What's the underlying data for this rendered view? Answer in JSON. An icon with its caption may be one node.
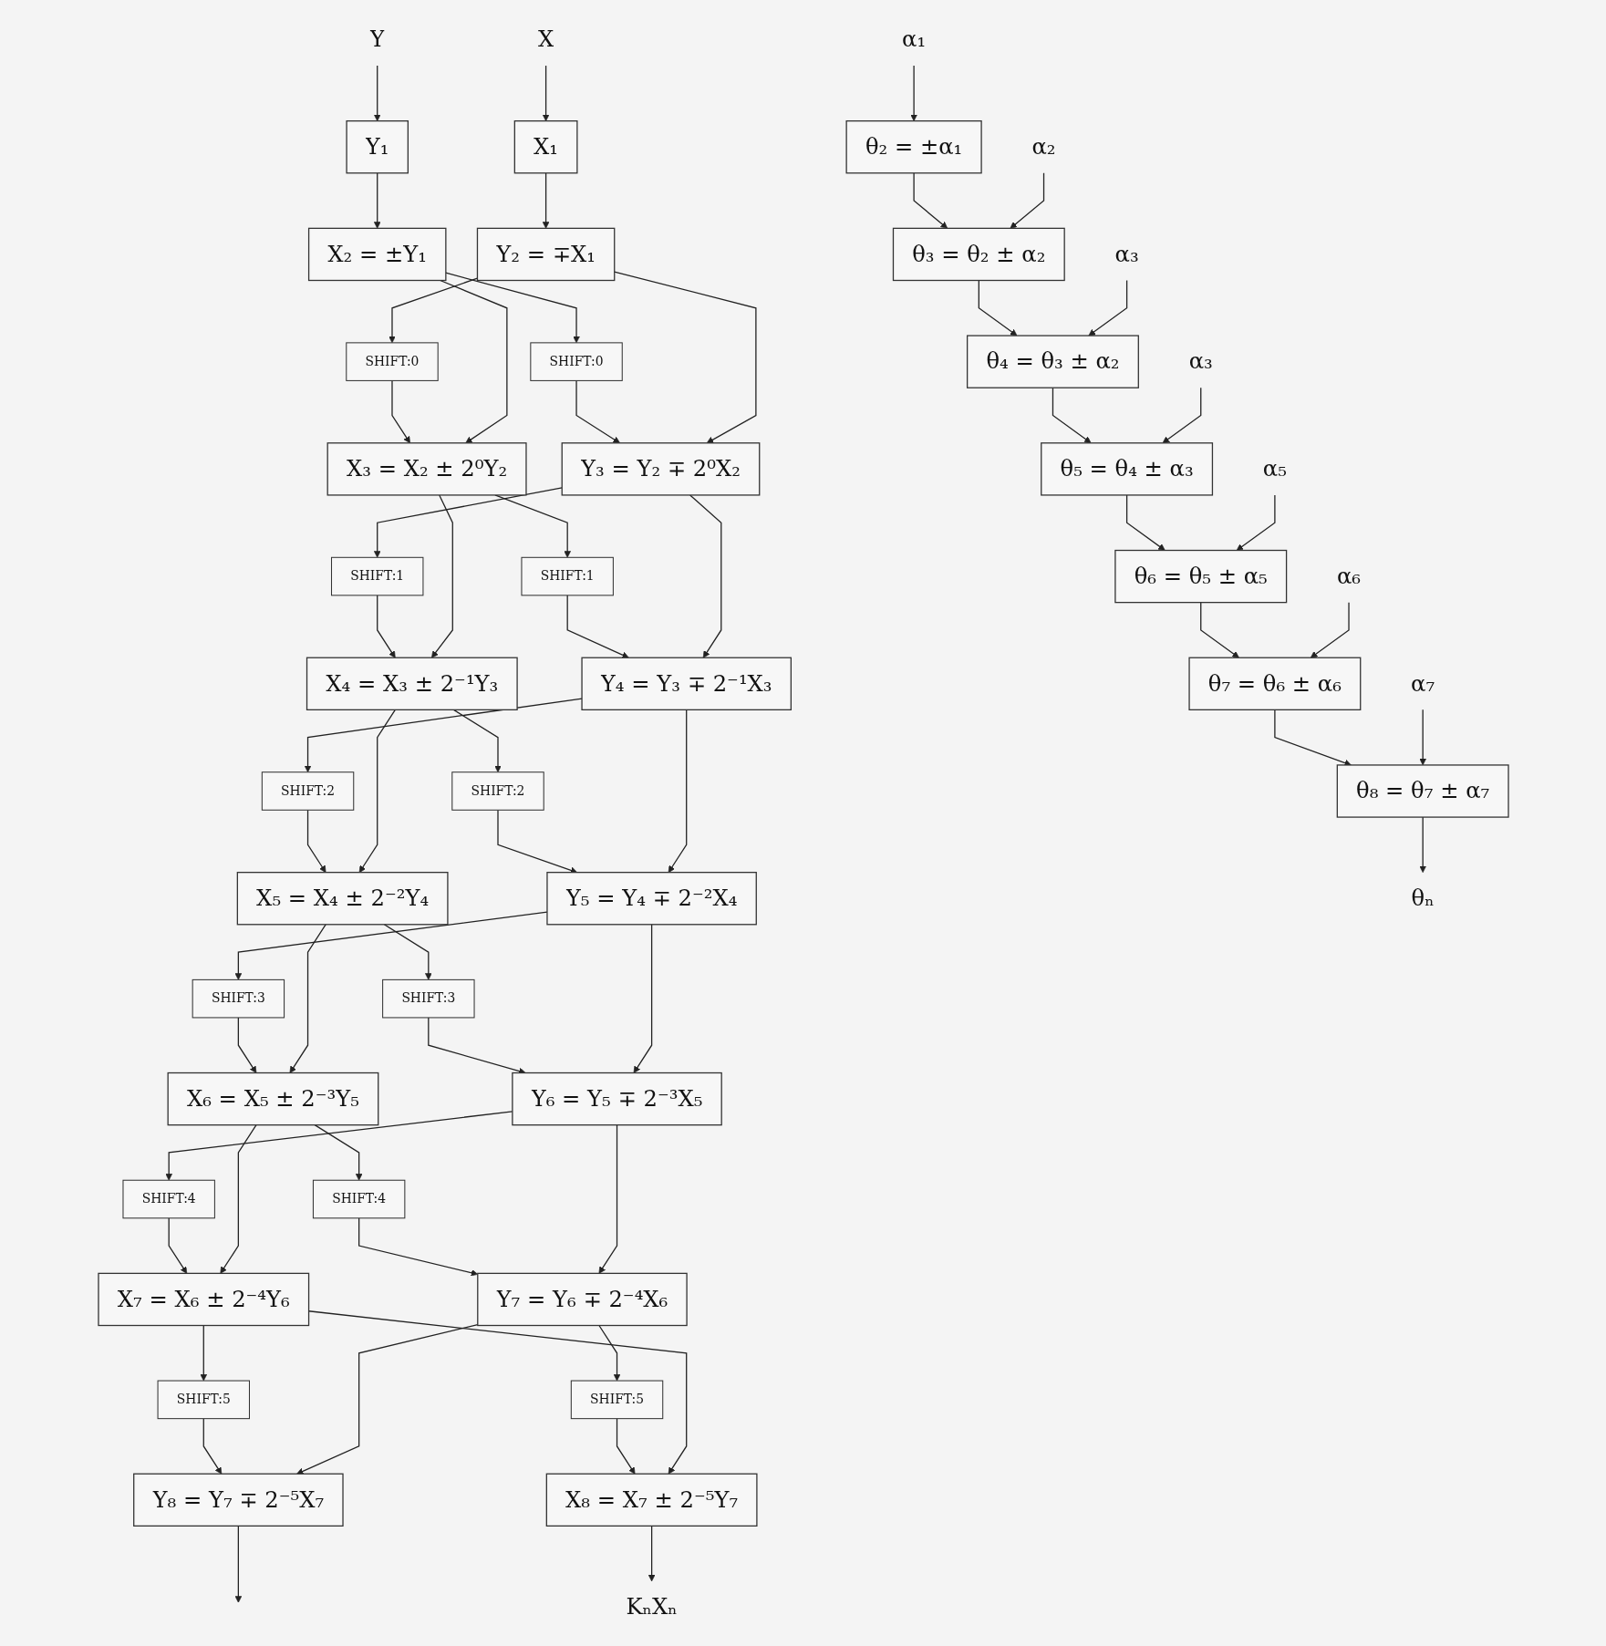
{
  "diagram": {
    "nodes": [
      {
        "text": [
          "X"
        ]
      },
      {
        "text": [
          "Y"
        ]
      },
      {
        "text": [
          "X₁"
        ]
      },
      {
        "text": [
          "Y₁"
        ]
      },
      {
        "text": [
          "α₁"
        ]
      },
      {
        "text": [
          "X₂ = ±Y₁"
        ]
      },
      {
        "text": [
          "Y₂ = ∓X₁"
        ]
      },
      {
        "text": [
          "θ₂ = ±α₁"
        ]
      },
      {
        "text": [
          "SHIFT:0"
        ]
      },
      {
        "text": [
          "α₂"
        ]
      },
      {
        "text": [
          "SHIFT:0"
        ]
      },
      {
        "text": [
          "X₃ = X₂ ± 2⁰Y₂"
        ]
      },
      {
        "text": [
          "Y₃ = Y₂ ∓ 2⁰X₂"
        ]
      },
      {
        "text": [
          "θ₃ = θ₂ ± α₂"
        ]
      },
      {
        "text": [
          "SHIFT:1"
        ]
      },
      {
        "text": [
          "α₃"
        ]
      },
      {
        "text": [
          "SHIFT:1"
        ]
      },
      {
        "text": [
          "X₄ = X₃ ± 2⁻¹Y₃"
        ]
      },
      {
        "text": [
          "Y₄ = Y₃ ∓ 2⁻¹X₃"
        ]
      },
      {
        "text": [
          "θ₄ = θ₃ ± α₂"
        ]
      },
      {
        "text": [
          "SHIFT:2"
        ]
      },
      {
        "text": [
          "α₃"
        ]
      },
      {
        "text": [
          "SHIFT:2"
        ]
      },
      {
        "text": [
          "X₅ = X₄ ± 2⁻²Y₄"
        ]
      },
      {
        "text": [
          "Y₅ = Y₄ ∓ 2⁻²X₄"
        ]
      },
      {
        "text": [
          "θ₅ = θ₄ ± α₃"
        ]
      },
      {
        "text": [
          "SHIFT:3"
        ]
      },
      {
        "text": [
          "α₅"
        ]
      },
      {
        "text": [
          "SHIFT:3"
        ]
      },
      {
        "text": [
          "X₆ = X₅ ± 2⁻³Y₅"
        ]
      },
      {
        "text": [
          "Y₆ = Y₅ ∓ 2⁻³X₅"
        ]
      },
      {
        "text": [
          "θ₆ = θ₅ ± α₅"
        ]
      },
      {
        "text": [
          "SHIFT:4"
        ]
      },
      {
        "text": [
          "α₆"
        ]
      },
      {
        "text": [
          "SHIFT:4"
        ]
      },
      {
        "text": [
          "X₇ = X₆ ± 2⁻⁴Y₆"
        ]
      },
      {
        "text": [
          "Y₇ = Y₆ ∓ 2⁻⁴X₆"
        ]
      },
      {
        "text": [
          "θ₇ = θ₆ ± α₆"
        ]
      },
      {
        "text": [
          "SHIFT:5"
        ]
      },
      {
        "text": [
          "α₇"
        ]
      },
      {
        "text": [
          "SHIFT:5"
        ]
      },
      {
        "text": [
          "X₈ = X₇ ± 2⁻⁵Y₇"
        ]
      },
      {
        "text": [
          "Y₈ = Y₇ ∓ 2⁻⁵X₇"
        ]
      },
      {
        "text": [
          "θ₈ = θ₇ ± α₇"
        ]
      },
      {
        "text": [
          "KₙXₙ"
        ]
      },
      {
        "text": [
          "θₙ"
        ]
      }
    ],
    "edges": [
      {
        "from": 0,
        "to": 2,
        "arrow": "to"
      },
      {
        "from": 1,
        "to": 3,
        "arrow": "to"
      },
      {
        "from": 2,
        "to": 6,
        "arrow": "to"
      },
      {
        "from": 3,
        "to": 5,
        "arrow": "to"
      },
      {
        "from": 4,
        "to": 7,
        "arrow": "to"
      },
      {
        "from": 6,
        "to": 8,
        "arrow": "to"
      },
      {
        "from": 8,
        "to": 11,
        "arrow": "to"
      },
      {
        "from": 5,
        "to": 10,
        "arrow": "to"
      },
      {
        "from": 10,
        "to": 12,
        "arrow": "to"
      },
      {
        "from": 5,
        "to": 11,
        "arrow": "to"
      },
      {
        "from": 6,
        "to": 12,
        "arrow": "to"
      },
      {
        "from": 7,
        "to": 13,
        "arrow": "to"
      },
      {
        "from": 9,
        "to": 13,
        "arrow": "to"
      },
      {
        "from": 12,
        "to": 14,
        "arrow": "to"
      },
      {
        "from": 14,
        "to": 17,
        "arrow": "to"
      },
      {
        "from": 11,
        "to": 16,
        "arrow": "to"
      },
      {
        "from": 16,
        "to": 18,
        "arrow": "to"
      },
      {
        "from": 11,
        "to": 17,
        "arrow": "to"
      },
      {
        "from": 12,
        "to": 18,
        "arrow": "to"
      },
      {
        "from": 13,
        "to": 19,
        "arrow": "to"
      },
      {
        "from": 15,
        "to": 19,
        "arrow": "to"
      },
      {
        "from": 18,
        "to": 20,
        "arrow": "to"
      },
      {
        "from": 20,
        "to": 23,
        "arrow": "to"
      },
      {
        "from": 17,
        "to": 22,
        "arrow": "to"
      },
      {
        "from": 22,
        "to": 24,
        "arrow": "to"
      },
      {
        "from": 17,
        "to": 23,
        "arrow": "to"
      },
      {
        "from": 18,
        "to": 24,
        "arrow": "to"
      },
      {
        "from": 19,
        "to": 25,
        "arrow": "to"
      },
      {
        "from": 21,
        "to": 25,
        "arrow": "to"
      },
      {
        "from": 24,
        "to": 26,
        "arrow": "to"
      },
      {
        "from": 26,
        "to": 29,
        "arrow": "to"
      },
      {
        "from": 23,
        "to": 28,
        "arrow": "to"
      },
      {
        "from": 28,
        "to": 30,
        "arrow": "to"
      },
      {
        "from": 23,
        "to": 29,
        "arrow": "to"
      },
      {
        "from": 24,
        "to": 30,
        "arrow": "to"
      },
      {
        "from": 25,
        "to": 31,
        "arrow": "to"
      },
      {
        "from": 27,
        "to": 31,
        "arrow": "to"
      },
      {
        "from": 30,
        "to": 32,
        "arrow": "to"
      },
      {
        "from": 32,
        "to": 35,
        "arrow": "to"
      },
      {
        "from": 29,
        "to": 34,
        "arrow": "to"
      },
      {
        "from": 34,
        "to": 36,
        "arrow": "to"
      },
      {
        "from": 29,
        "to": 35,
        "arrow": "to"
      },
      {
        "from": 30,
        "to": 36,
        "arrow": "to"
      },
      {
        "from": 31,
        "to": 37,
        "arrow": "to"
      },
      {
        "from": 33,
        "to": 37,
        "arrow": "to"
      },
      {
        "from": 36,
        "to": 38,
        "arrow": "to"
      },
      {
        "from": 38,
        "to": 41,
        "arrow": "to"
      },
      {
        "from": 35,
        "to": 40,
        "arrow": "to"
      },
      {
        "from": 40,
        "to": 42,
        "arrow": "to"
      },
      {
        "from": 35,
        "to": 41,
        "arrow": "to"
      },
      {
        "from": 36,
        "to": 42,
        "arrow": "to"
      },
      {
        "from": 37,
        "to": 43,
        "arrow": "to"
      },
      {
        "from": 39,
        "to": 43,
        "arrow": "to"
      },
      {
        "from": 41,
        "to": 44,
        "arrow": "to"
      },
      {
        "from": 42,
        "to": null,
        "arrow": "to"
      },
      {
        "from": 43,
        "to": 45,
        "arrow": "to"
      }
    ]
  }
}
